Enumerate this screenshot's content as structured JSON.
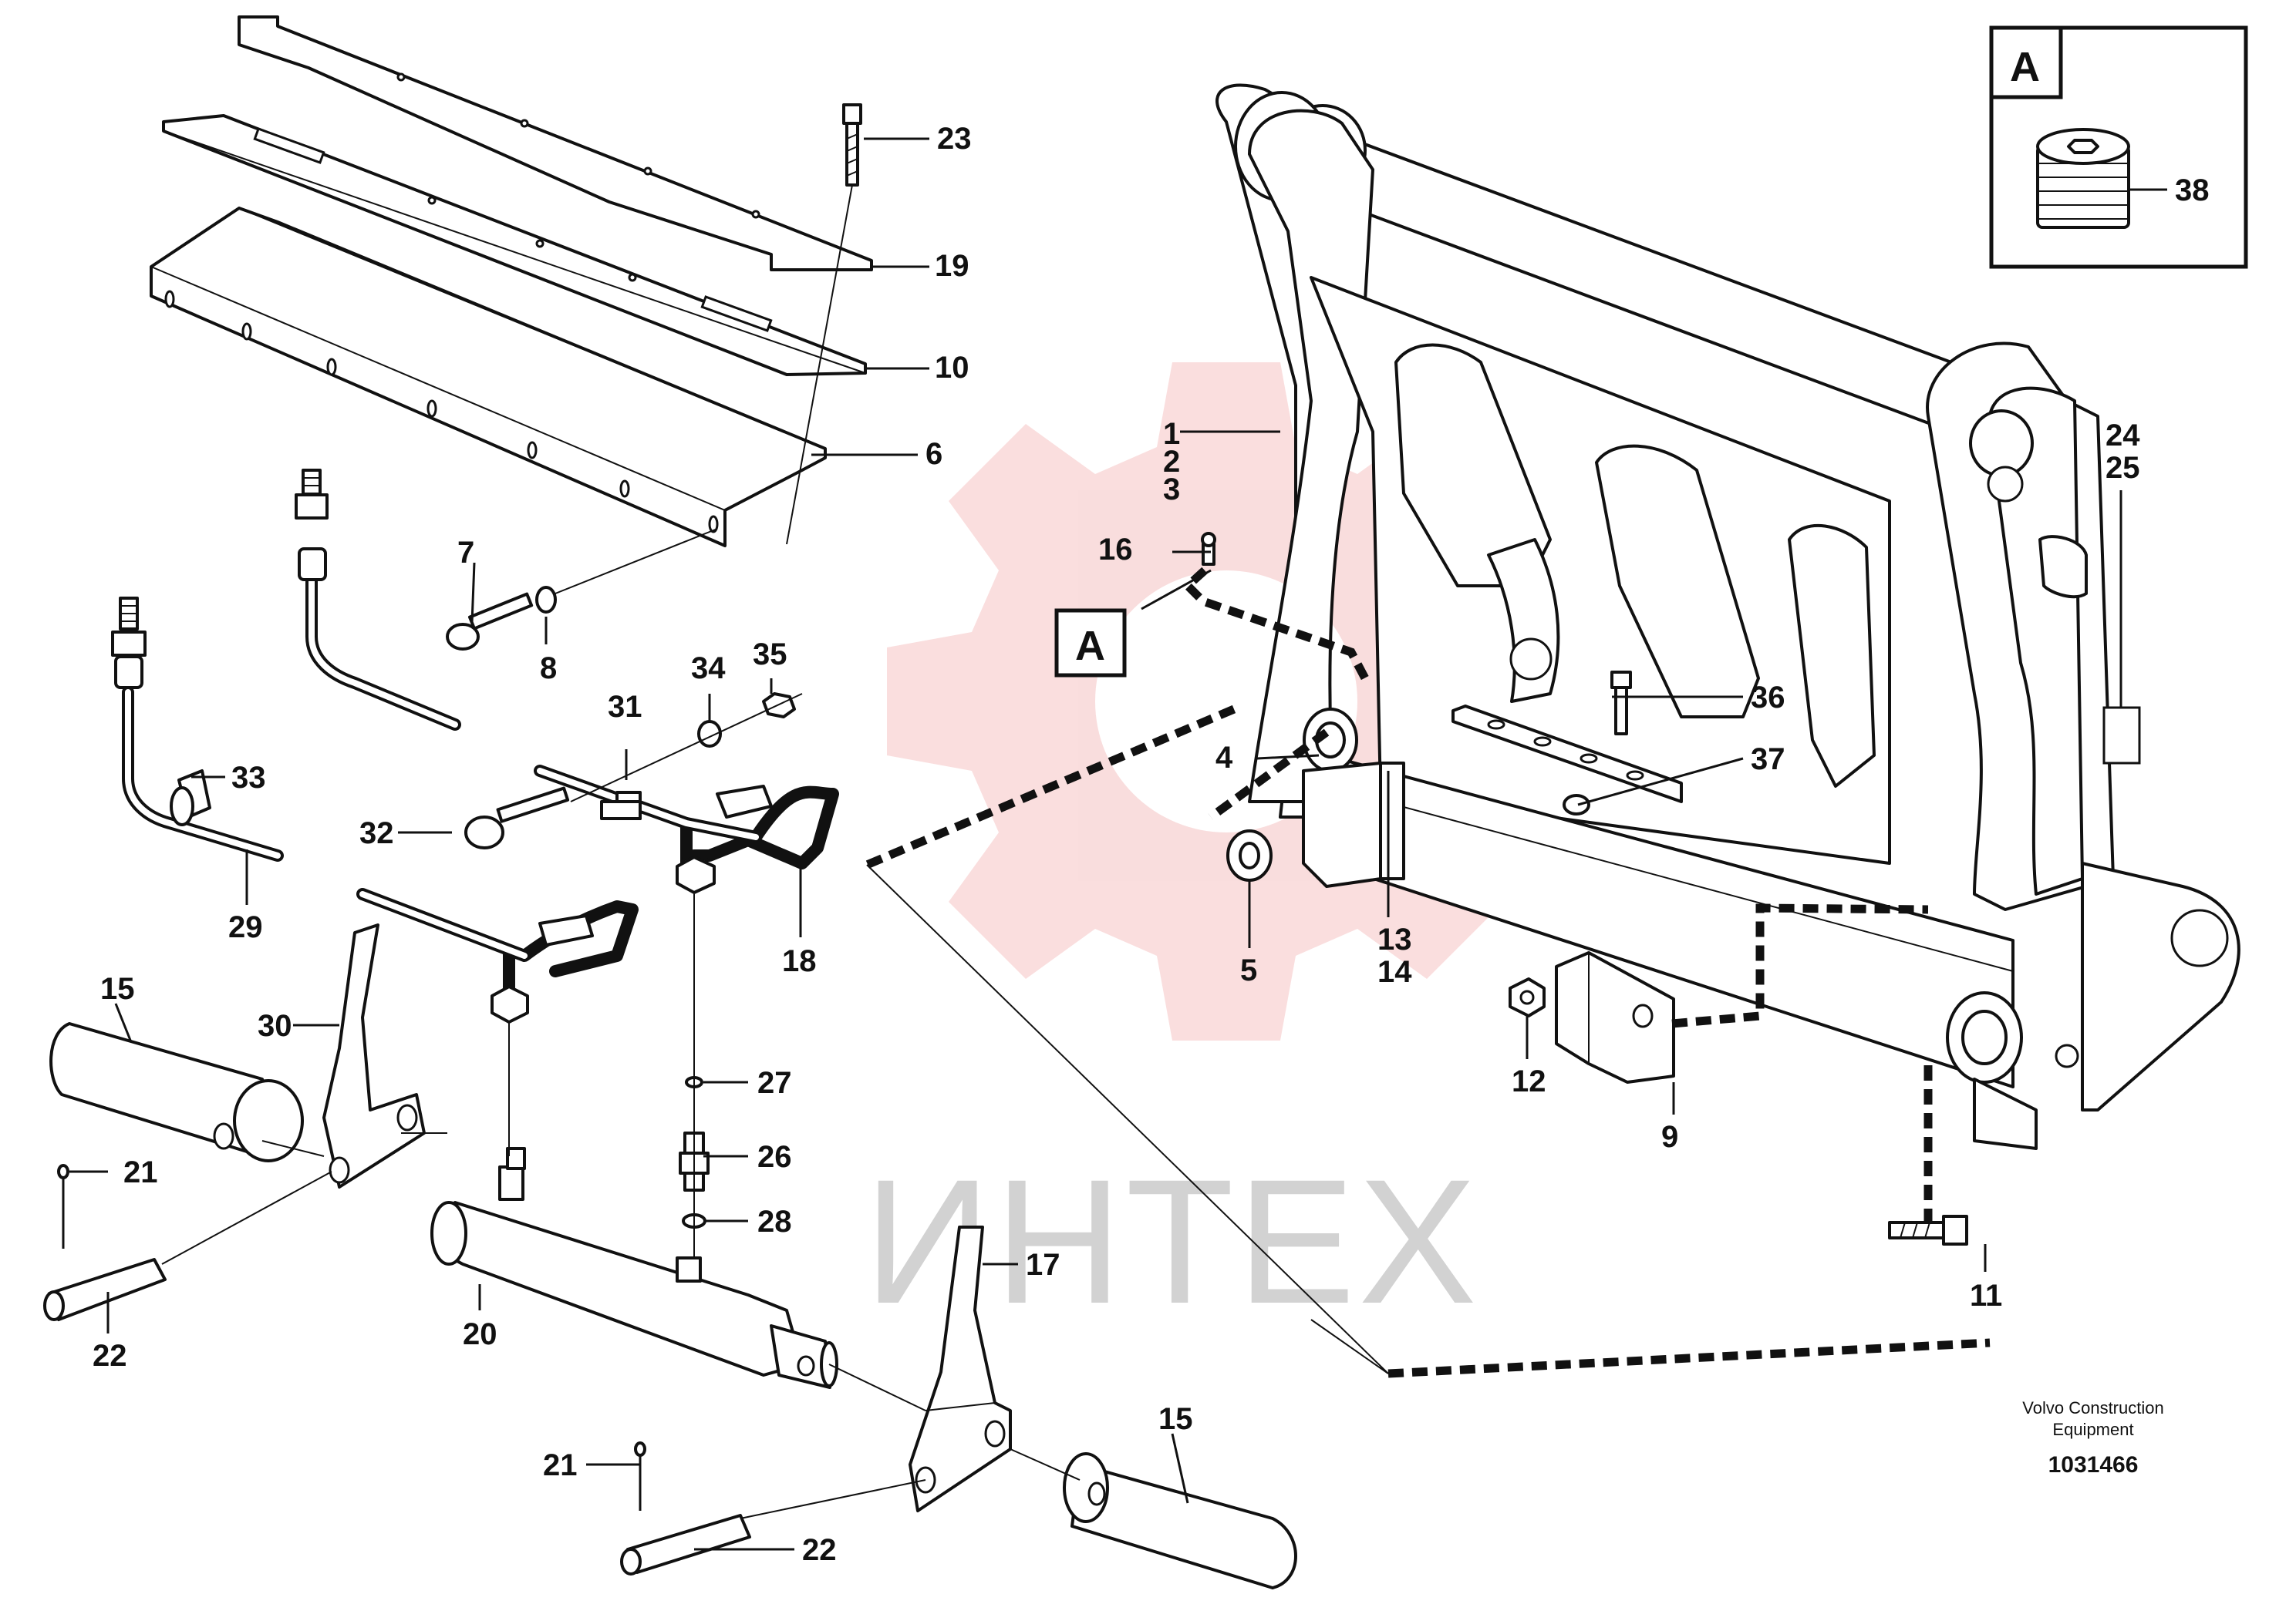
{
  "detail_inset": {
    "letter": "A",
    "part": "38"
  },
  "detail_marker": "A",
  "watermark": {
    "text": "ИНТЕХ",
    "color": "#f0a0a0"
  },
  "callouts": {
    "c1": "1",
    "c2": "2",
    "c3": "3",
    "c4": "4",
    "c5": "5",
    "c6": "6",
    "c7": "7",
    "c8": "8",
    "c9": "9",
    "c10": "10",
    "c11": "11",
    "c12": "12",
    "c13": "13",
    "c14": "14",
    "c15a": "15",
    "c15b": "15",
    "c16": "16",
    "c17": "17",
    "c18": "18",
    "c19": "19",
    "c20": "20",
    "c21a": "21",
    "c21b": "21",
    "c22a": "22",
    "c22b": "22",
    "c23": "23",
    "c24": "24",
    "c25": "25",
    "c26": "26",
    "c27": "27",
    "c28": "28",
    "c29": "29",
    "c30": "30",
    "c31": "31",
    "c32": "32",
    "c33": "33",
    "c34": "34",
    "c35": "35",
    "c36": "36",
    "c37": "37"
  },
  "caption": {
    "line1": "Volvo Construction",
    "line2": "Equipment",
    "number": "1031466"
  }
}
